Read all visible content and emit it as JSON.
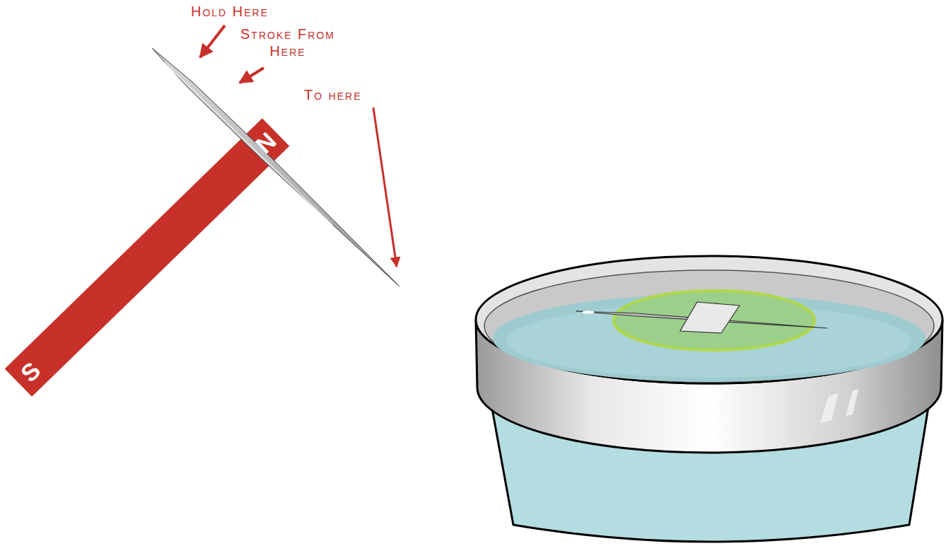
{
  "diagram": {
    "nodes": [
      {
        "text": [
          "N",
          "S"
        ]
      }
    ],
    "labels": [
      "Hold Here",
      "Stroke From Here",
      "To here"
    ]
  }
}
